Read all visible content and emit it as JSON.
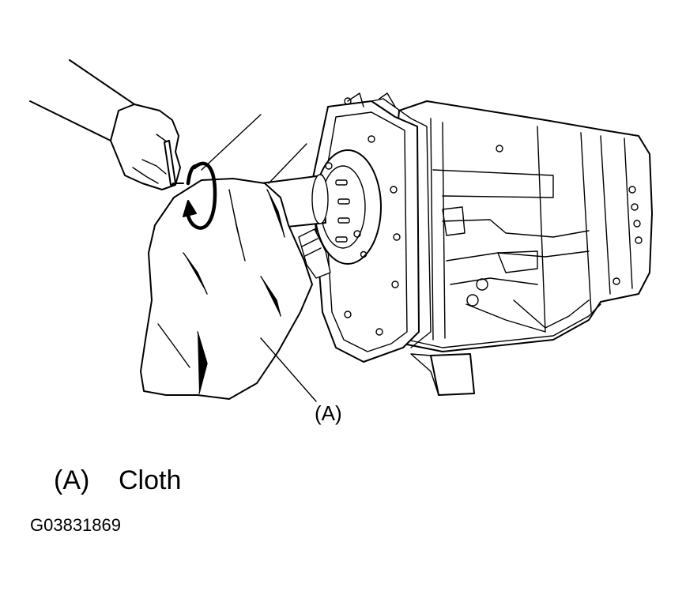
{
  "figure": {
    "callout_label": "(A)",
    "legend": [
      {
        "key": "(A)",
        "text": "Cloth"
      }
    ],
    "figure_id": "G03831869"
  },
  "colors": {
    "line": "#000000",
    "background": "#ffffff"
  },
  "icons": [
    "rotation-arrow-icon"
  ]
}
